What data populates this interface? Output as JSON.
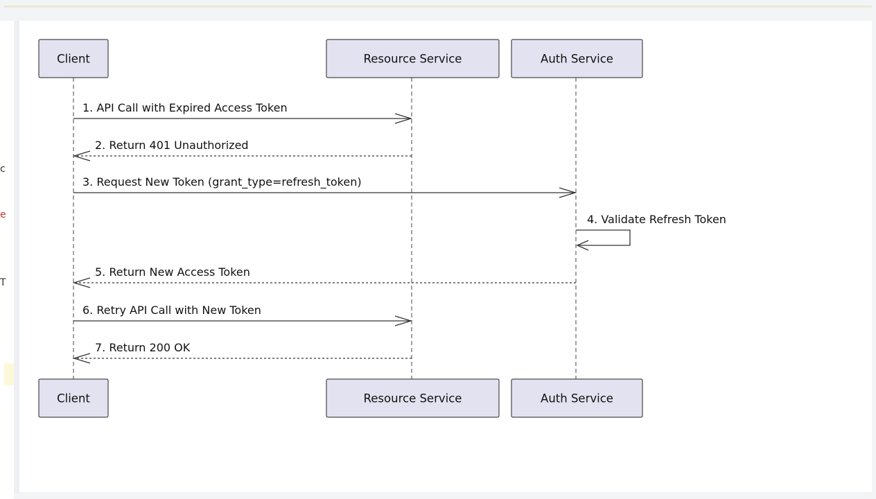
{
  "participants": [
    {
      "id": "client",
      "name": "Client"
    },
    {
      "id": "resource",
      "name": "Resource Service"
    },
    {
      "id": "auth",
      "name": "Auth Service"
    }
  ],
  "messages": [
    {
      "from": "client",
      "to": "resource",
      "label": "1. API Call with Expired Access Token",
      "style": "solid"
    },
    {
      "from": "resource",
      "to": "client",
      "label": "2. Return 401 Unauthorized",
      "style": "dashed"
    },
    {
      "from": "client",
      "to": "auth",
      "label": "3. Request New Token (grant_type=refresh_token)",
      "style": "solid"
    },
    {
      "from": "auth",
      "to": "auth",
      "label": "4. Validate Refresh Token",
      "style": "solid"
    },
    {
      "from": "auth",
      "to": "client",
      "label": "5. Return New Access Token",
      "style": "dashed"
    },
    {
      "from": "client",
      "to": "resource",
      "label": "6. Retry API Call with New Token",
      "style": "solid"
    },
    {
      "from": "resource",
      "to": "client",
      "label": "7. Return 200 OK",
      "style": "dashed"
    }
  ],
  "gutter_fragments": [
    "c",
    "e",
    "T"
  ]
}
